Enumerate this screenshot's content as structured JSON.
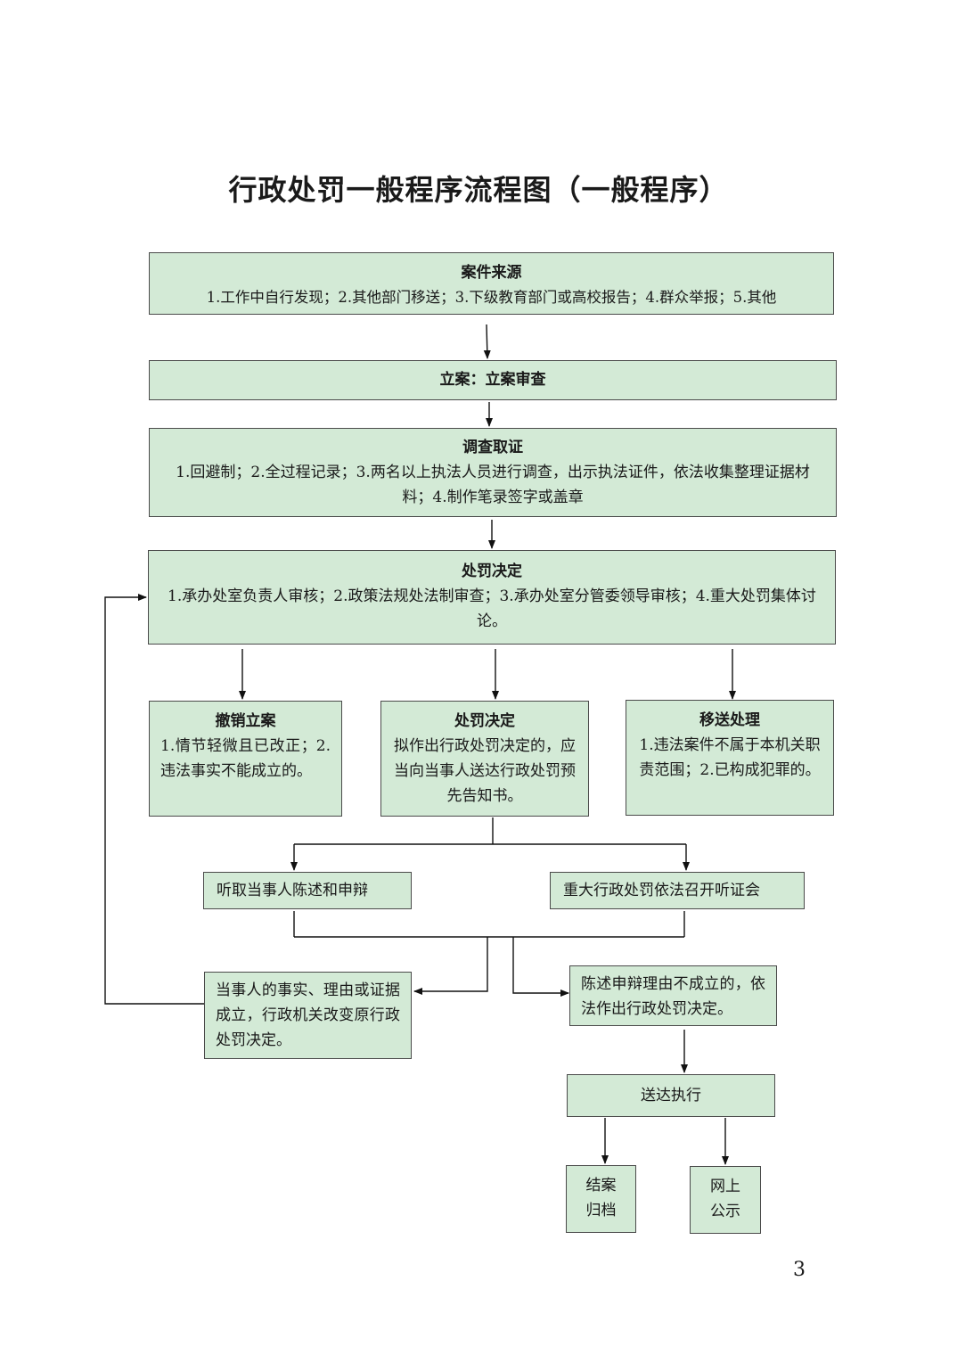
{
  "title": "行政处罚一般程序流程图（一般程序）",
  "boxes": {
    "source": {
      "title": "案件来源",
      "body": "1.工作中自行发现；2.其他部门移送；3.下级教育部门或高校报告；4.群众举报；5.其他"
    },
    "filing": {
      "title": "立案：立案审查"
    },
    "investigation": {
      "title": "调查取证",
      "body": "1.回避制；2.全过程记录；3.两名以上执法人员进行调查，出示执法证件，依法收集整理证据材料；4.制作笔录签字或盖章"
    },
    "decision": {
      "title": "处罚决定",
      "body": "1.承办处室负责人审核；2.政策法规处法制审查；3.承办处室分管委领导审核；4.重大处罚集体讨论。"
    },
    "revoke": {
      "title": "撤销立案",
      "body": "1.情节轻微且已改正；2.违法事实不能成立的。"
    },
    "penalty": {
      "title": "处罚决定",
      "body": "拟作出行政处罚决定的，应当向当事人送达行政处罚预先告知书。"
    },
    "transfer": {
      "title": "移送处理",
      "body": "1.违法案件不属于本机关职责范围；2.已构成犯罪的。"
    },
    "hearing_statement": {
      "text": "听取当事人陈述和申辩"
    },
    "hearing_major": {
      "text": "重大行政处罚依法召开听证会"
    },
    "change": {
      "text": "当事人的事实、理由或证据成立，行政机关改变原行政处罚决定。"
    },
    "uphold": {
      "text": "陈述申辩理由不成立的，依法作出行政处罚决定。"
    },
    "deliver": {
      "text": "送达执行"
    },
    "archive": {
      "text": "结案归档"
    },
    "publish": {
      "text": "网上公示"
    }
  },
  "page_number": "3"
}
